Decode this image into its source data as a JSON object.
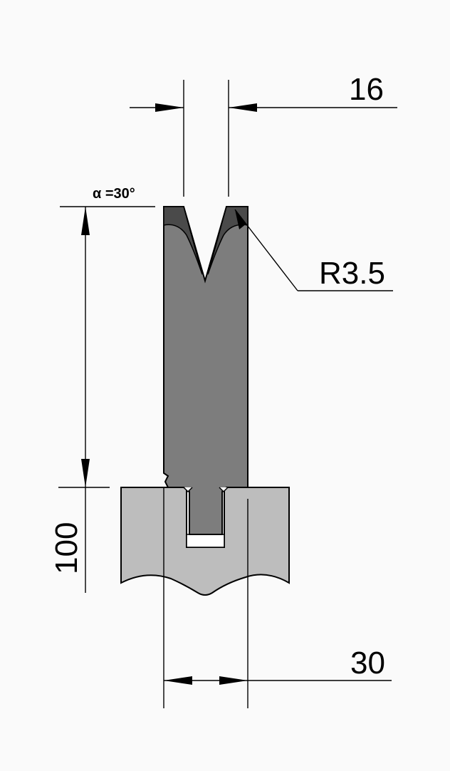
{
  "drawing": {
    "angle_label": "α =30°",
    "dim_top_width": "16",
    "dim_radius": "R3.5",
    "dim_height": "100",
    "dim_bottom_width": "30"
  },
  "colors": {
    "tool_body": "#7d7d7d",
    "tool_tip": "#4a4a4a",
    "holder": "#bdbdbd",
    "outline": "#000000"
  }
}
